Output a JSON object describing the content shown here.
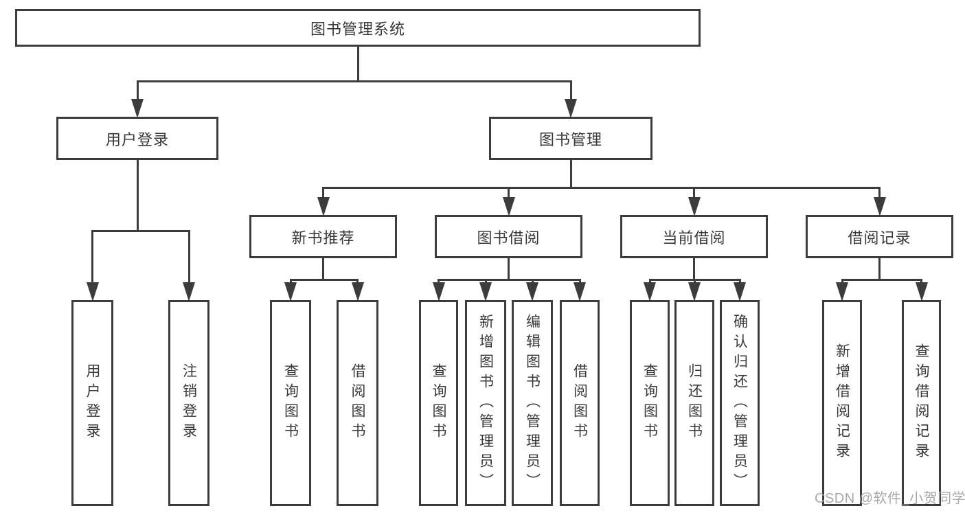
{
  "watermark": "CSDN @软件_小贺同学",
  "colors": {
    "line": "#3c3c3c",
    "text": "#383838",
    "background": "#ffffff",
    "watermark": "#a9a9a9"
  },
  "tree": {
    "id": "root",
    "label": "图书管理系统",
    "children": [
      {
        "id": "user-login",
        "label": "用户登录",
        "children": [
          {
            "id": "leaf-user-login",
            "label": "用户登录"
          },
          {
            "id": "leaf-logout",
            "label": "注销登录"
          }
        ]
      },
      {
        "id": "book-management",
        "label": "图书管理",
        "children": [
          {
            "id": "new-book-recommend",
            "label": "新书推荐",
            "children": [
              {
                "id": "leaf-query-books-1",
                "label": "查询图书"
              },
              {
                "id": "leaf-borrow-books-1",
                "label": "借阅图书"
              }
            ]
          },
          {
            "id": "book-borrowing",
            "label": "图书借阅",
            "children": [
              {
                "id": "leaf-query-books-2",
                "label": "查询图书"
              },
              {
                "id": "leaf-add-books",
                "label": "新增图书（管理员）"
              },
              {
                "id": "leaf-edit-books",
                "label": "编辑图书（管理员）"
              },
              {
                "id": "leaf-borrow-books-2",
                "label": "借阅图书"
              }
            ]
          },
          {
            "id": "current-borrowing",
            "label": "当前借阅",
            "children": [
              {
                "id": "leaf-query-books-3",
                "label": "查询图书"
              },
              {
                "id": "leaf-return-books",
                "label": "归还图书"
              },
              {
                "id": "leaf-confirm-return",
                "label": "确认归还（管理员）"
              }
            ]
          },
          {
            "id": "borrow-records",
            "label": "借阅记录",
            "children": [
              {
                "id": "leaf-add-borrow-record",
                "label": "新增借阅记录"
              },
              {
                "id": "leaf-query-borrow-record",
                "label": "查询借阅记录"
              }
            ]
          }
        ]
      }
    ]
  }
}
